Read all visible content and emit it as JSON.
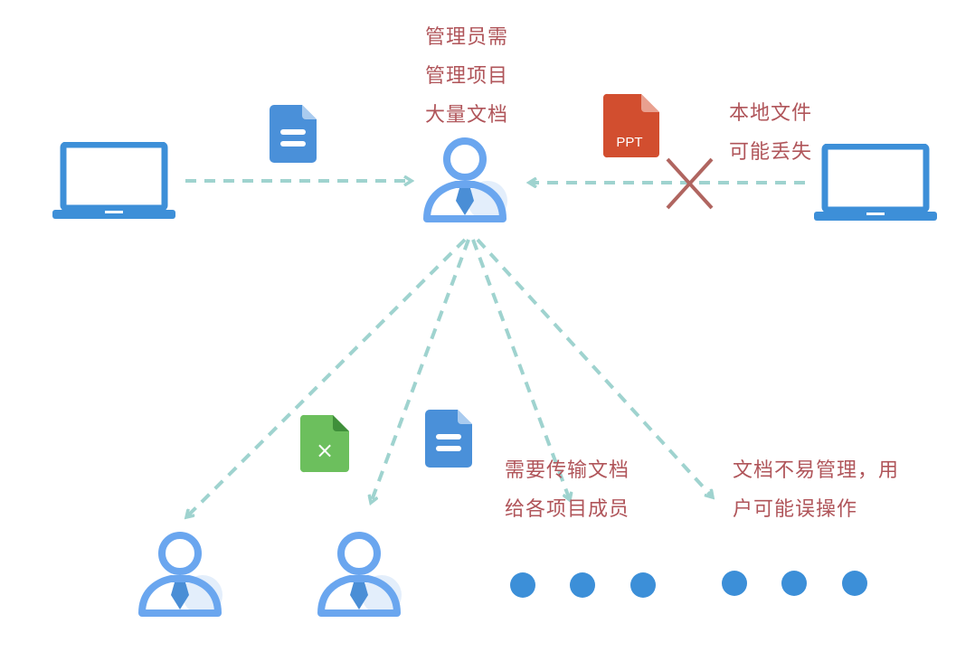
{
  "labels": {
    "admin": [
      "管理员需",
      "管理项目",
      "大量文档"
    ],
    "local_files": [
      "本地文件",
      "可能丢失"
    ],
    "transfer": [
      "需要传输文档",
      "给各项目成员"
    ],
    "manage": [
      "文档不易管理，用",
      "户可能误操作"
    ]
  },
  "icons": {
    "ppt_label": "PPT",
    "excel_label": "×"
  },
  "colors": {
    "text": "#b0555a",
    "arrow": "#9fd3cf",
    "laptop": "#3d8fd8",
    "person": "#6aa6ef",
    "ppt": "#d24e2f",
    "excel": "#6cbf5d",
    "doc": "#4a90d9",
    "cross": "#b06560"
  }
}
